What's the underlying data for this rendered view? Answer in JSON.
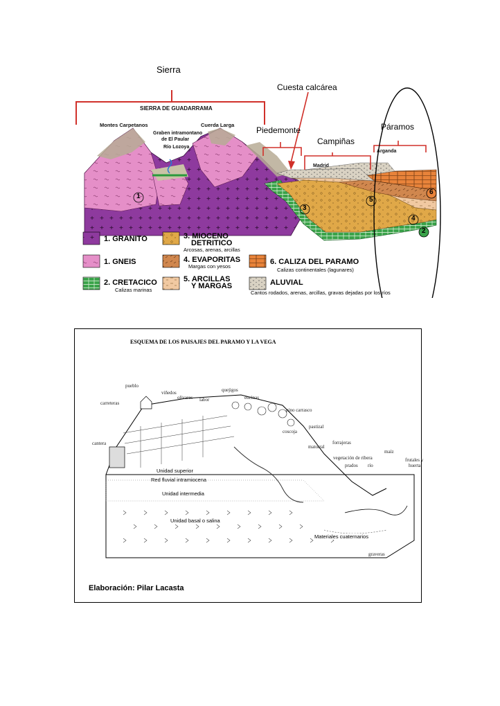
{
  "upper": {
    "region_labels": {
      "sierra": "Sierra",
      "cuesta": "Cuesta calcárea",
      "piedemonte": "Piedemonte",
      "campinas": "Campiñas",
      "paramos": "Páramos"
    },
    "section_title": "SIERRA DE GUADARRAMA",
    "places": {
      "montes": "Montes Carpetanos",
      "graben": "Graben intramontano",
      "paular": "de El Paular",
      "cuerda": "Cuerda Larga",
      "lozoya": "Río Lozoya",
      "madrid": "Madrid",
      "arganda": "Arganda"
    },
    "legend": [
      {
        "id": "granito",
        "label": "1. GRANITO",
        "sub": ""
      },
      {
        "id": "gneis",
        "label": "1. GNEIS",
        "sub": ""
      },
      {
        "id": "cretacico",
        "label": "2. CRETACICO",
        "sub": "Calizas marinas"
      },
      {
        "id": "mioceno",
        "label": "3. MIOCENO",
        "label2": "DETRITICO",
        "sub": "Arcosas, arenas, arcillas"
      },
      {
        "id": "evaporitas",
        "label": "4. EVAPORITAS",
        "sub": "Margas con yesos"
      },
      {
        "id": "arcillas",
        "label": "5. ARCILLAS",
        "label2": "Y MARGAS",
        "sub": ""
      },
      {
        "id": "caliza",
        "label": "6. CALIZA DEL PARAMO",
        "sub": "Calizas continentales (lagunares)"
      },
      {
        "id": "aluvial",
        "label": "ALUVIAL",
        "sub": "Cantos rodados, arenas, arcillas, gravas dejadas por los ríos"
      }
    ],
    "section_numbers": [
      "1",
      "3",
      "5",
      "6",
      "4",
      "2"
    ],
    "colors": {
      "granito": "#8e3a9e",
      "gneis": "#e58fc8",
      "cretacico": "#3aa34a",
      "mioceno": "#e0a848",
      "evaporitas": "#d0874e",
      "arcillas": "#f1c9a2",
      "caliza": "#e8833a",
      "aluvial": "#d9d2c3",
      "brace": "#d0302a"
    }
  },
  "lower": {
    "title": "ESQUEMA DE LOS PAISAJES DEL PARAMO Y LA VEGA",
    "labels": {
      "pueblo": "pueblo",
      "vinedos": "viñedos",
      "olivares": "olivares",
      "labor": "labor",
      "quejigos": "quejigos",
      "encinas": "encinas",
      "pino": "pino carrasco",
      "carreteras": "carreteras",
      "coscoja": "coscoja",
      "pastizal": "pastizal",
      "cantera": "cantera",
      "matorral": "matorral",
      "forrajeras": "forrajeras",
      "vegetacion": "vegetación de ribera",
      "prados": "prados",
      "rio": "río",
      "maiz": "maíz",
      "frutales": "frutales y",
      "huerta": "huerta",
      "unidad_superior": "Unidad superior",
      "red_fluvial": "Red fluvial intramiocena",
      "unidad_intermedia": "Unidad intermedia",
      "unidad_basal": "Unidad basal o salina",
      "materiales": "Materiales cuaternarios",
      "graveras": "graveras"
    },
    "credit": "Elaboración: Pilar Lacasta"
  }
}
